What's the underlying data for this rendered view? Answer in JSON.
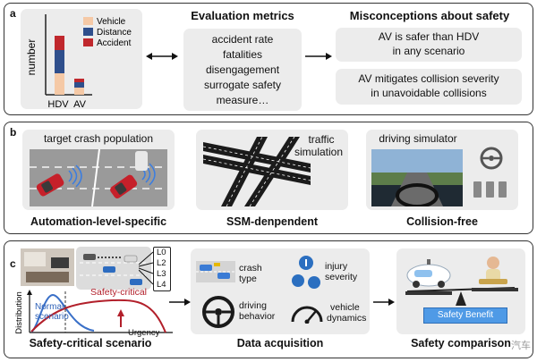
{
  "panel_a": {
    "label": "a",
    "chart": {
      "ylabel": "number",
      "legend": [
        "Vehicle",
        "Distance",
        "Accident"
      ],
      "categories": [
        "HDV",
        "AV"
      ],
      "colors": {
        "vehicle": "#f5c9a6",
        "distance": "#2f4f8c",
        "accident": "#c0282d"
      }
    },
    "evaluation": {
      "title": "Evaluation metrics",
      "items": [
        "accident rate",
        "fatalities",
        "disengagement",
        "surrogate safety",
        "measure…"
      ]
    },
    "misconceptions": {
      "title": "Misconceptions about safety",
      "item1": [
        "AV is safer than HDV",
        "in any scenario"
      ],
      "item2": [
        "AV mitigates collision severity",
        "in unavoidable collisions"
      ]
    }
  },
  "panel_b": {
    "label": "b",
    "col1": {
      "caption": "target crash population",
      "footer": "Automation-level-specific"
    },
    "col2": {
      "caption": [
        "traffic",
        "simulation"
      ],
      "footer": "SSM-denpendent"
    },
    "col3": {
      "caption": "driving simulator",
      "footer": "Collision-free"
    }
  },
  "panel_c": {
    "label": "c",
    "levels": [
      "L0",
      "L2",
      "L3",
      "L4"
    ],
    "chart": {
      "ylabel": "Distribution",
      "xlabel": "Urgency",
      "normal": [
        "Normal",
        "scenario"
      ],
      "critical": "Safety-critical"
    },
    "footer1": "Safety-critical scenario",
    "data": {
      "crash": [
        "crash",
        "type"
      ],
      "injury": [
        "injury",
        "severity"
      ],
      "driving": [
        "driving",
        "behavior"
      ],
      "vehicle": [
        "vehicle",
        "dynamics"
      ]
    },
    "footer2": "Data acquisition",
    "benefit": "Safety Benefit",
    "footer3": "Safety comparison",
    "watermark": "汽车"
  }
}
